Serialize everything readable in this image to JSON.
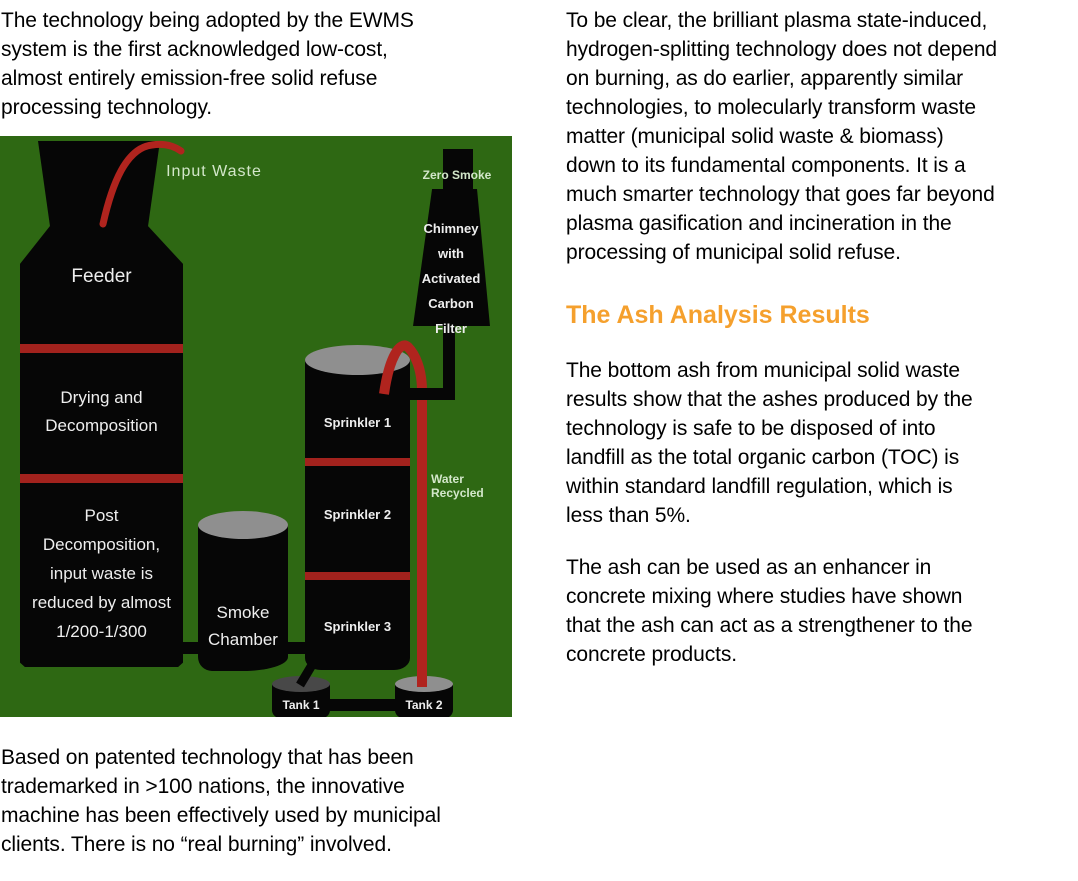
{
  "colors": {
    "body_text": "#000000",
    "heading_orange": "#f5a02d",
    "diagram_green": "#2e6813",
    "band_red": "#a2221d",
    "pipe_red": "#b0241e",
    "vessel_black": "#060606",
    "gray_top": "#8f8f8f",
    "tank1_top": "#484848",
    "pale_label": "#d3e7ca",
    "white_label": "#eeeeee"
  },
  "left_column": {
    "intro": [
      "The technology being adopted by the EWMS",
      "system is the first acknowledged low-cost,",
      "almost entirely emission-free solid refuse",
      "processing technology."
    ],
    "closing": [
      "Based on patented technology that has been",
      "trademarked in >100 nations, the innovative",
      "machine has been effectively used by municipal",
      "clients. There is no “real burning” involved."
    ]
  },
  "right_column": {
    "para1": [
      "To be clear, the brilliant plasma state-induced,",
      "hydrogen-splitting technology does not depend",
      "on burning, as do earlier, apparently similar",
      "technologies, to molecularly transform waste",
      "matter (municipal solid waste & biomass)",
      "down to its fundamental components. It is a",
      "much smarter technology that goes far beyond",
      "plasma gasification and incineration in the",
      "processing of municipal solid refuse."
    ],
    "heading": "The Ash Analysis Results",
    "para2": [
      "The bottom ash from municipal solid waste",
      "results show that the ashes produced by the",
      "technology is safe to be disposed of into",
      "landfill as the total organic carbon (TOC) is",
      "within standard landfill regulation, which is",
      "less than 5%."
    ],
    "para3": [
      "The ash can be used as an enhancer in",
      "concrete mixing where studies have shown",
      "that the ash can act as a strengthener to the",
      "concrete products."
    ]
  },
  "diagram": {
    "labels": {
      "input_waste": "Input Waste",
      "zero_smoke": "Zero Smoke",
      "chimney": [
        "Chimney",
        "with",
        "Activated",
        "Carbon",
        "Filter"
      ],
      "feeder": "Feeder",
      "drying": [
        "Drying and",
        "Decomposition"
      ],
      "post": [
        "Post",
        "Decomposition,",
        "input waste is",
        "reduced by almost",
        "1/200-1/300"
      ],
      "smoke_chamber": [
        "Smoke",
        "Chamber"
      ],
      "sprinkler1": "Sprinkler 1",
      "sprinkler2": "Sprinkler 2",
      "sprinkler3": "Sprinkler 3",
      "water_recycled": "Water Recycled",
      "tank1": "Tank 1",
      "tank2": "Tank 2"
    }
  }
}
